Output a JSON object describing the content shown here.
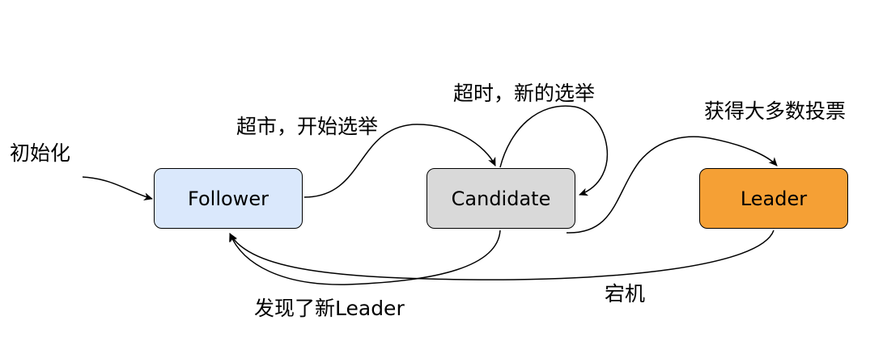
{
  "states": {
    "follower": {
      "label": "Follower",
      "fill": "#dae8fc"
    },
    "candidate": {
      "label": "Candidate",
      "fill": "#d9d9d9"
    },
    "leader": {
      "label": "Leader",
      "fill": "#f5a035"
    }
  },
  "edges": {
    "init": {
      "label": "初始化"
    },
    "follower_to_candidate": {
      "label": "超市，开始选举"
    },
    "candidate_self": {
      "label": "超时，新的选举"
    },
    "candidate_to_leader": {
      "label": "获得大多数投票"
    },
    "candidate_to_follower": {
      "label": "发现了新Leader"
    },
    "leader_to_follower": {
      "label": "宕机"
    }
  }
}
